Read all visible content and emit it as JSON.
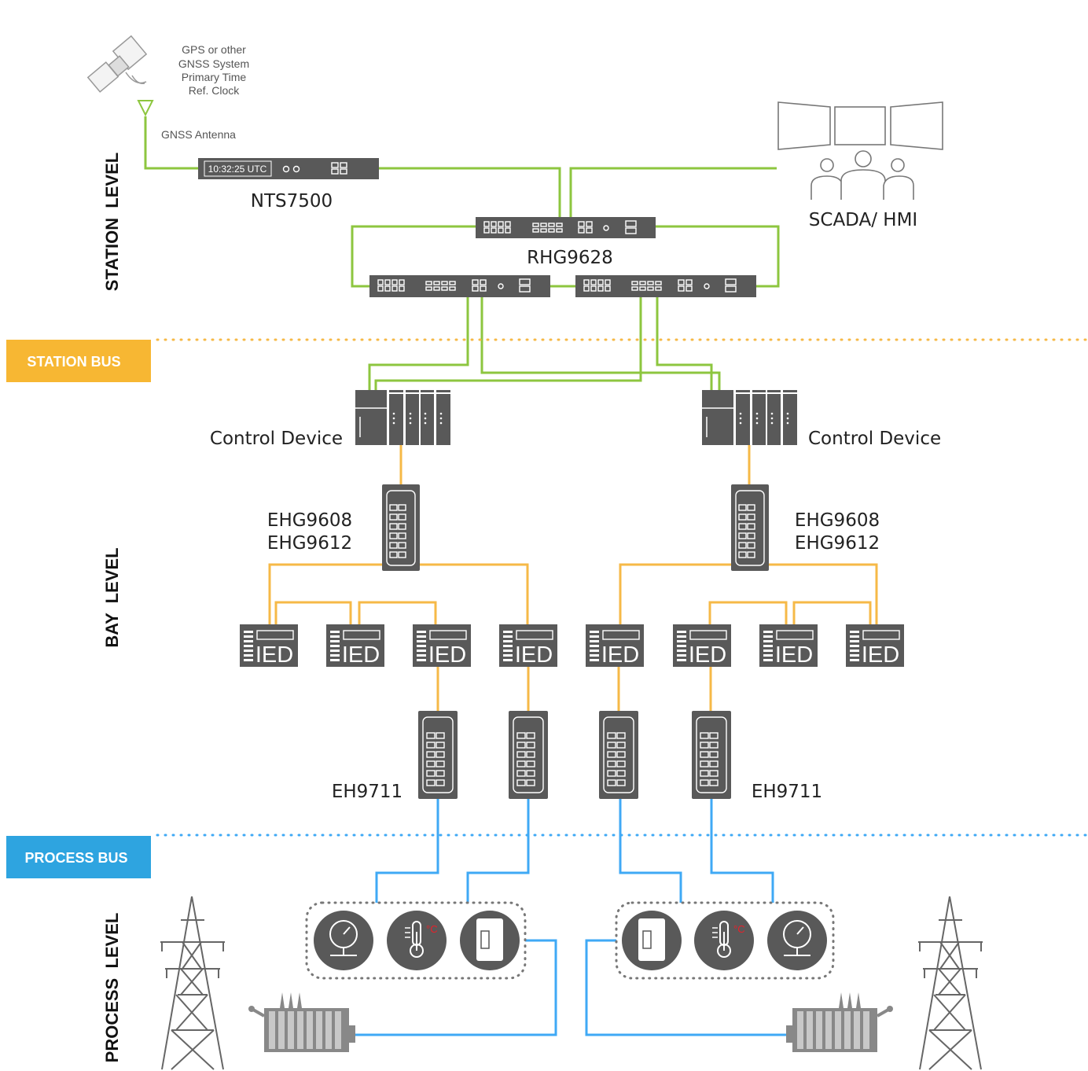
{
  "levels": {
    "station": "STATION  LEVEL",
    "bay": "BAY  LEVEL",
    "process": "PROCESS  LEVEL"
  },
  "buses": {
    "station": "STATION BUS",
    "process": "PROCESS BUS"
  },
  "colors": {
    "station_bus": "#f7b733",
    "process_bus": "#2ea4e0",
    "green_link": "#8dc63f",
    "orange_link": "#f6b947",
    "blue_link": "#3fa9f5",
    "device": "#595959"
  },
  "gnss": {
    "label_lines": [
      "GPS or other",
      "GNSS System",
      "Primary Time",
      "Ref. Clock"
    ],
    "antenna_label": "GNSS Antenna"
  },
  "nts": {
    "name": "NTS7500",
    "display": "10:32:25 UTC"
  },
  "scada": {
    "name": "SCADA/ HMI"
  },
  "rhg": {
    "name": "RHG9628"
  },
  "control_left": {
    "name": "Control Device"
  },
  "control_right": {
    "name": "Control Device"
  },
  "ehg_left": {
    "line1": "EHG9608",
    "line2": "EHG9612"
  },
  "ehg_right": {
    "line1": "EHG9608",
    "line2": "EHG9612"
  },
  "ied_label": "IED",
  "eh_left": {
    "name": "EH9711"
  },
  "eh_right": {
    "name": "EH9711"
  },
  "sensor_unit": "°C"
}
